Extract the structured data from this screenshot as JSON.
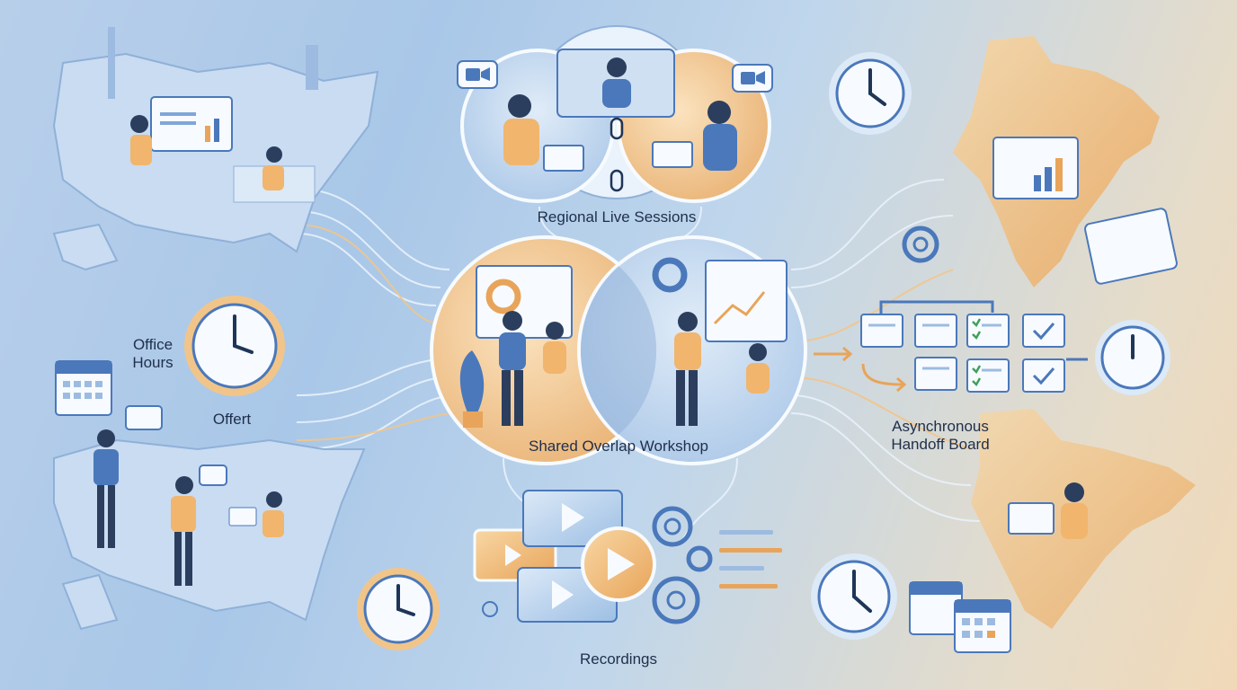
{
  "labels": {
    "regional_live_sessions": "Regional Live Sessions",
    "shared_overlap_workshop": "Shared Overlap Workshop",
    "recordings": "Recordings",
    "office_hours_line1": "Office",
    "office_hours_line2": "Hours",
    "offert": "Offert",
    "async_line1": "Asynchronous",
    "async_line2": "Handoff Board"
  },
  "colors": {
    "accent_blue": "#3f78c9",
    "accent_orange": "#f1b56d",
    "navy": "#1f3558",
    "map_fill": "#c9dcf1"
  }
}
